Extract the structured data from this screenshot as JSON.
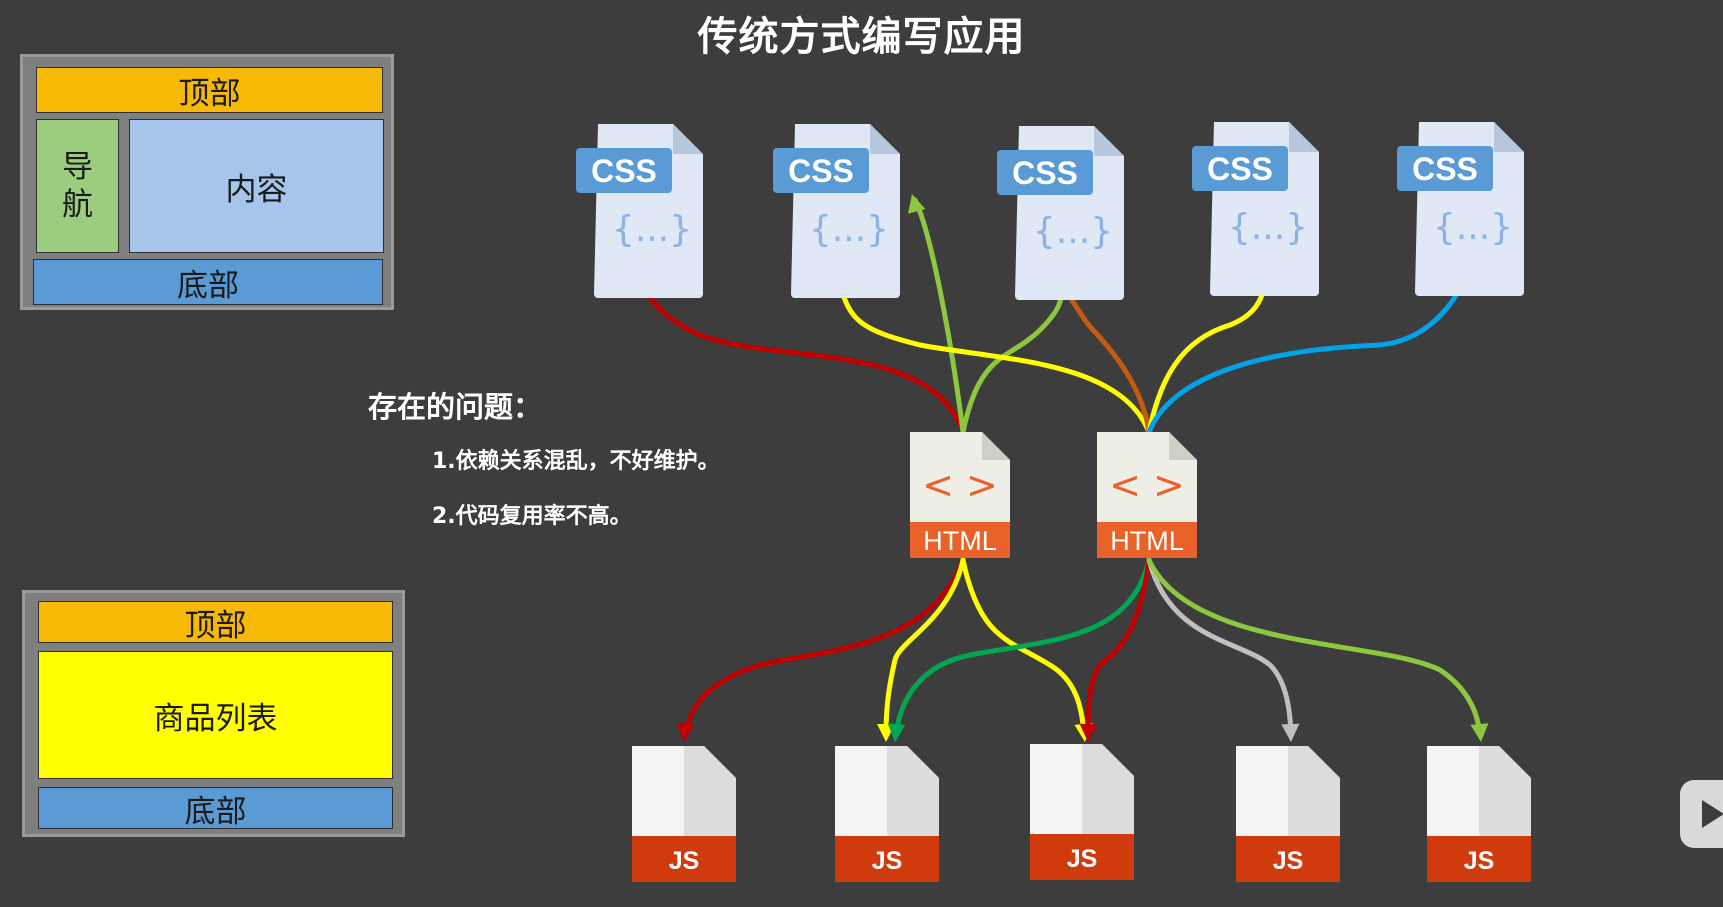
{
  "title": "传统方式编写应用",
  "layout_page_1": {
    "top": "顶部",
    "nav": [
      "导",
      "航"
    ],
    "content": "内容",
    "bottom": "底部"
  },
  "layout_page_2": {
    "top": "顶部",
    "content": "商品列表",
    "bottom": "底部"
  },
  "problems": {
    "heading": "存在的问题：",
    "items": [
      "1.依赖关系混乱，不好维护。",
      "2.代码复用率不高。"
    ]
  },
  "files": {
    "css_label": "CSS",
    "css_body": "{...}",
    "html_label": "HTML",
    "html_glyph": "< >",
    "js_label": "JS"
  },
  "colors": {
    "background": "#3d3d3d",
    "red": "#c00000",
    "yellow": "#ffff00",
    "green_light": "#8dc63f",
    "green_dark": "#00a651",
    "orange_brown": "#c55a11",
    "blue": "#00a2e8",
    "gray": "#bfbfbf",
    "css_badge": "#5b9bd5",
    "html_badge": "#e8622a",
    "js_badge": "#d03b0e"
  }
}
